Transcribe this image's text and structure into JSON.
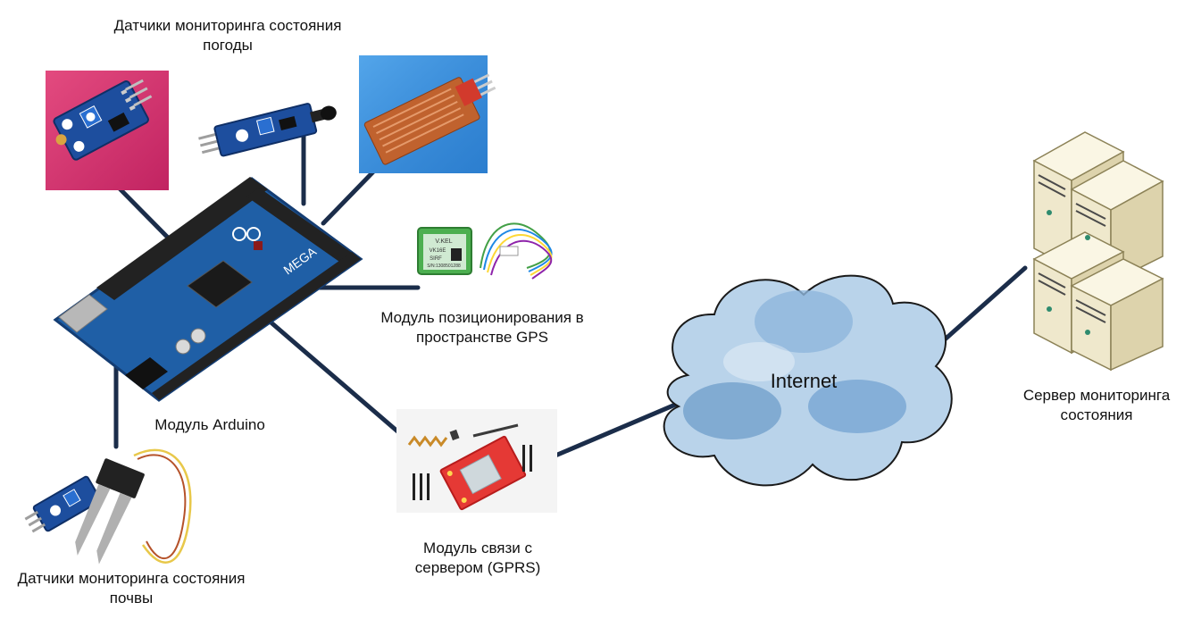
{
  "diagram": {
    "cloud_text": "Internet",
    "colors": {
      "connector": "#1b2d4a",
      "board": "#1f5fa6",
      "board_dark": "#143d73",
      "pcb_blue": "#1d4e9e",
      "cloud_fill": "#b9d3ea",
      "cloud_dark": "#3f79b5",
      "server": "#efe8cc",
      "gps_module": "#4caf50",
      "gsm_module": "#e53935",
      "pink_bg": "#d6336c",
      "water_bg": "#3b8fd9",
      "probe": "#c0622e"
    }
  },
  "labels": {
    "weather_sensors": [
      "Датчики мониторинга состояния",
      "погоды"
    ],
    "gps_module": [
      "Модуль позиционирования в",
      "пространстве GPS"
    ],
    "arduino": [
      "Модуль Arduino"
    ],
    "soil_sensors": [
      "Датчики мониторинга состояния",
      "почвы"
    ],
    "gprs_module": [
      "Модуль связи с",
      "сервером (GPRS)"
    ],
    "server": [
      "Сервер мониторинга",
      "состояния"
    ]
  },
  "image_text": {
    "arduino_brand": "MEGA",
    "gps_chip": [
      "V.KEL",
      "VK16E",
      "SIRF",
      "S/N:1308501288"
    ]
  }
}
